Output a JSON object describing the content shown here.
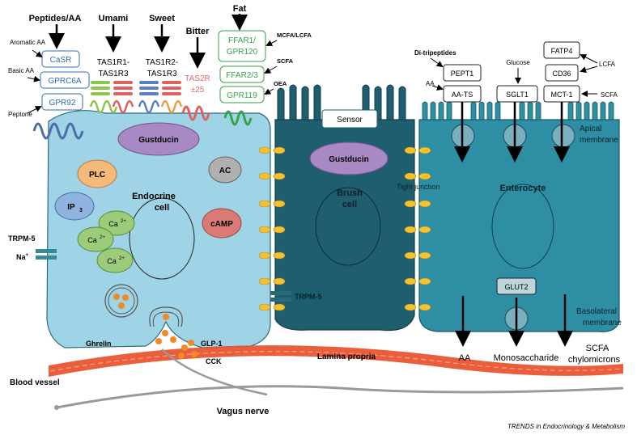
{
  "receptors": {
    "peptides_aa": "Peptides/AA",
    "umami": "Umami",
    "sweet": "Sweet",
    "bitter": "Bitter",
    "fat": "Fat",
    "aromatic_aa": "Aromatic AA",
    "basic_aa": "Basic AA",
    "peptone": "Peptone",
    "casr": "CaSR",
    "gprc6a": "GPRC6A",
    "gpr92": "GPR92",
    "tas1r1": "TAS1R1-",
    "tas1r3_a": "TAS1R3",
    "tas1r2": "TAS1R2-",
    "tas1r3_b": "TAS1R3",
    "tas2r": "TAS2R",
    "tas2r_count": "±25",
    "ffar1": "FFAR1/",
    "gpr120": "GPR120",
    "mcfa_lcfa": "MCFA/LCFA",
    "scfa_top": "SCFA",
    "ffar23": "FFAR2/3",
    "oea": "OEA",
    "gpr119": "GPR119"
  },
  "endocrine": {
    "gustducin": "Gustducin",
    "plc": "PLC",
    "ac": "AC",
    "ip3": "IP",
    "ip3_sub": "3",
    "cell_line1": "Endocrine",
    "cell_line2": "cell",
    "camp": "cAMP",
    "ca": "Ca",
    "ca_sup": "2+",
    "trpm5": "TRPM-5",
    "na": "Na",
    "na_sup": "+"
  },
  "brush": {
    "sensor": "Sensor",
    "gustducin": "Gustducin",
    "cell_line1": "Brush",
    "cell_line2": "cell",
    "trpm5": "TRPM-5",
    "tight_junction": "Tight junction"
  },
  "enterocyte": {
    "di_tripeptides": "Di-tripeptides",
    "aa_small": "AA",
    "pept1": "PEPT1",
    "aats": "AA-TS",
    "glucose": "Glucose",
    "sglt1": "SGLT1",
    "fatp4": "FATP4",
    "cd36": "CD36",
    "lcfa": "LCFA",
    "mct1": "MCT-1",
    "scfa": "SCFA",
    "apical1": "Apical",
    "apical2": "membrane",
    "label": "Enterocyte",
    "glut2": "GLUT2",
    "basolateral1": "Basolateral",
    "basolateral2": "membrane",
    "aa_out": "AA",
    "mono_out": "Monosaccharide",
    "scfa_out1": "SCFA",
    "scfa_out2": "chylomicrons"
  },
  "bottom": {
    "ghrelin": "Ghrelin",
    "glp1": "GLP-1",
    "cck": "CCK",
    "lamina": "Lamina propria",
    "blood_vessel": "Blood vessel",
    "vagus": "Vagus nerve",
    "credit": "TRENDS in Endocrinology & Metabolism"
  },
  "colors": {
    "endocrine_fill": "#9fd4e6",
    "brush_fill": "#1e5e6e",
    "enterocyte_fill": "#2e8fa4",
    "gustducin": "#a889c4",
    "plc": "#f5b97a",
    "ip3": "#8fb4e0",
    "ca": "#9ccc7a",
    "camp": "#d97a74",
    "junction": "#f2c230",
    "vesicle": "#f08a24",
    "blood": "#e8502b",
    "bitter_text": "#e8686a",
    "fat_green": "#3aa24a",
    "receptor_blue": "#2f6db0"
  }
}
